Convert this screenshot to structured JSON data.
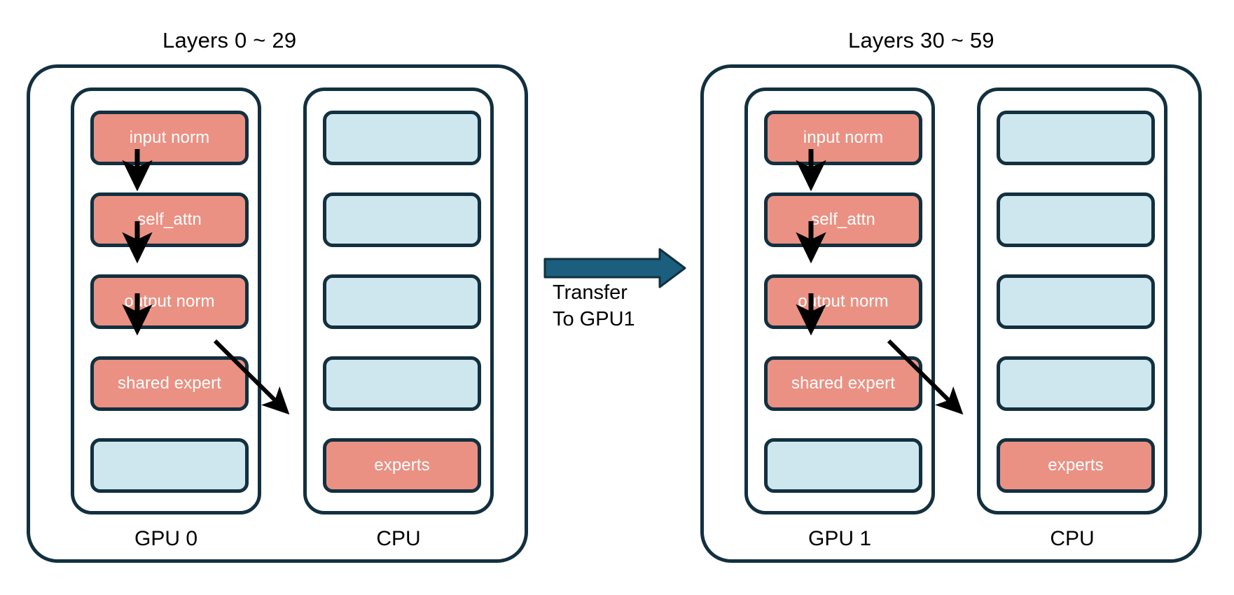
{
  "diagram": {
    "title_left": "Layers 0 ~ 29",
    "title_right": "Layers 30 ~ 59",
    "transfer_label": "Transfer\nTo GPU1",
    "colors": {
      "active_block": "#ea9183",
      "idle_block": "#cee7ee",
      "outline": "#12303f",
      "transfer_arrow": "#1b5e7e",
      "flow_arrow": "#000000",
      "background": "#ffffff",
      "block_text": "#ffffff",
      "label_text": "#000000"
    },
    "groups": [
      {
        "id": "left",
        "title": "Layers 0 ~ 29",
        "columns": [
          {
            "id": "gpu0",
            "label": "GPU 0",
            "slots": [
              {
                "label": "input norm",
                "state": "active"
              },
              {
                "label": "self_attn",
                "state": "active"
              },
              {
                "label": "output norm",
                "state": "active"
              },
              {
                "label": "shared expert",
                "state": "active"
              },
              {
                "label": "",
                "state": "idle"
              }
            ]
          },
          {
            "id": "cpu0",
            "label": "CPU",
            "slots": [
              {
                "label": "",
                "state": "idle"
              },
              {
                "label": "",
                "state": "idle"
              },
              {
                "label": "",
                "state": "idle"
              },
              {
                "label": "",
                "state": "idle"
              },
              {
                "label": "experts",
                "state": "active"
              }
            ]
          }
        ]
      },
      {
        "id": "right",
        "title": "Layers 30 ~ 59",
        "columns": [
          {
            "id": "gpu1",
            "label": "GPU 1",
            "slots": [
              {
                "label": "input norm",
                "state": "active"
              },
              {
                "label": "self_attn",
                "state": "active"
              },
              {
                "label": "output norm",
                "state": "active"
              },
              {
                "label": "shared expert",
                "state": "active"
              },
              {
                "label": "",
                "state": "idle"
              }
            ]
          },
          {
            "id": "cpu1",
            "label": "CPU",
            "slots": [
              {
                "label": "",
                "state": "idle"
              },
              {
                "label": "",
                "state": "idle"
              },
              {
                "label": "",
                "state": "idle"
              },
              {
                "label": "",
                "state": "idle"
              },
              {
                "label": "experts",
                "state": "active"
              }
            ]
          }
        ]
      }
    ]
  }
}
